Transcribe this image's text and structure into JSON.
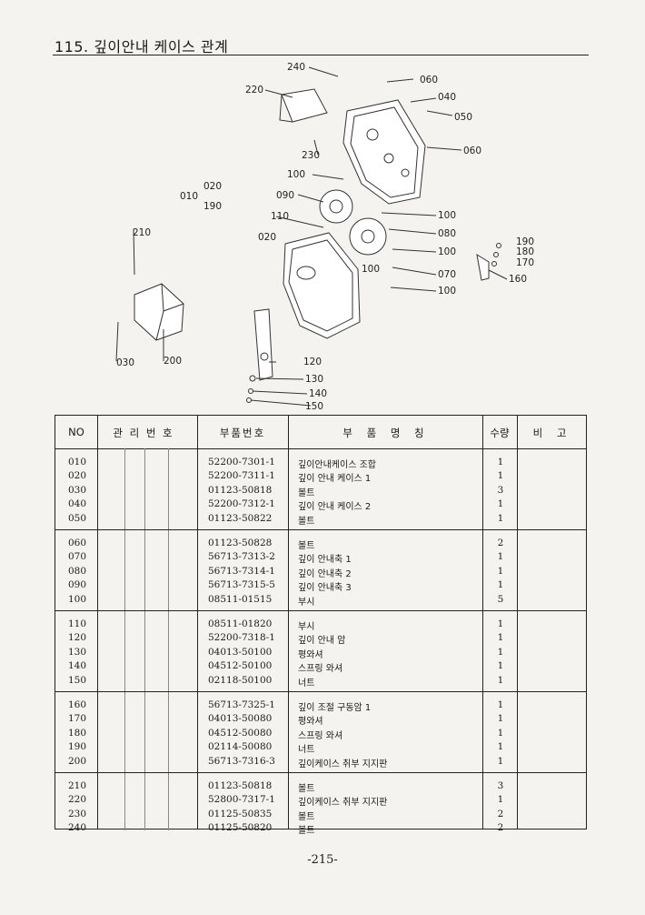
{
  "header": {
    "title": "115. 깊이안내 케이스 관계"
  },
  "diagram": {
    "labels": [
      "240",
      "220",
      "230",
      "060",
      "040",
      "050",
      "060",
      "100",
      "090",
      "010",
      "020",
      "190",
      "110",
      "100",
      "020",
      "080",
      "100",
      "210",
      "190",
      "180",
      "170",
      "100",
      "070",
      "160",
      "100",
      "030",
      "200",
      "120",
      "130",
      "140",
      "150"
    ]
  },
  "table": {
    "headers": {
      "no": "NO",
      "mgmt": "관 리 번 호",
      "part": "부품번호",
      "name": "부 품 명 칭",
      "qty": "수량",
      "note": "비 고"
    },
    "groups": [
      [
        {
          "no": "010",
          "part": "52200-7301-1",
          "name": "깊이안내케이스 조합",
          "qty": "1"
        },
        {
          "no": "020",
          "part": "52200-7311-1",
          "name": "깊이 안내 케이스 1",
          "qty": "1"
        },
        {
          "no": "030",
          "part": "01123-50818",
          "name": "볼트",
          "qty": "3"
        },
        {
          "no": "040",
          "part": "52200-7312-1",
          "name": "깊이 안내 케이스 2",
          "qty": "1"
        },
        {
          "no": "050",
          "part": "01123-50822",
          "name": "볼트",
          "qty": "1"
        }
      ],
      [
        {
          "no": "060",
          "part": "01123-50828",
          "name": "볼트",
          "qty": "2"
        },
        {
          "no": "070",
          "part": "56713-7313-2",
          "name": "깊이 안내축 1",
          "qty": "1"
        },
        {
          "no": "080",
          "part": "56713-7314-1",
          "name": "깊이 안내축 2",
          "qty": "1"
        },
        {
          "no": "090",
          "part": "56713-7315-5",
          "name": "깊이 안내축 3",
          "qty": "1"
        },
        {
          "no": "100",
          "part": "08511-01515",
          "name": "부시",
          "qty": "5"
        }
      ],
      [
        {
          "no": "110",
          "part": "08511-01820",
          "name": "부시",
          "qty": "1"
        },
        {
          "no": "120",
          "part": "52200-7318-1",
          "name": "깊이 안내 암",
          "qty": "1"
        },
        {
          "no": "130",
          "part": "04013-50100",
          "name": "평와셔",
          "qty": "1"
        },
        {
          "no": "140",
          "part": "04512-50100",
          "name": "스프링 와셔",
          "qty": "1"
        },
        {
          "no": "150",
          "part": "02118-50100",
          "name": "너트",
          "qty": "1"
        }
      ],
      [
        {
          "no": "160",
          "part": "56713-7325-1",
          "name": "깊이 조절 구동암 1",
          "qty": "1"
        },
        {
          "no": "170",
          "part": "04013-50080",
          "name": "평와셔",
          "qty": "1"
        },
        {
          "no": "180",
          "part": "04512-50080",
          "name": "스프링 와셔",
          "qty": "1"
        },
        {
          "no": "190",
          "part": "02114-50080",
          "name": "너트",
          "qty": "1"
        },
        {
          "no": "200",
          "part": "56713-7316-3",
          "name": "깊이케이스 취부 지지판",
          "qty": "1"
        }
      ],
      [
        {
          "no": "210",
          "part": "01123-50818",
          "name": "볼트",
          "qty": "3"
        },
        {
          "no": "220",
          "part": "52800-7317-1",
          "name": "깊이케이스 취부 지지판",
          "qty": "1"
        },
        {
          "no": "230",
          "part": "01125-50835",
          "name": "볼트",
          "qty": "2"
        },
        {
          "no": "240",
          "part": "01125-50820",
          "name": "볼트",
          "qty": "2"
        }
      ]
    ]
  },
  "footer": {
    "page_number": "-215-"
  }
}
